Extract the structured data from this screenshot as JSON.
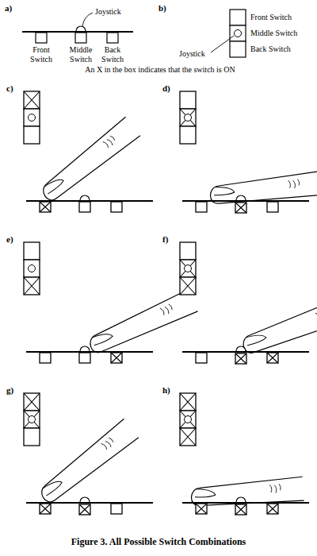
{
  "diagram": {
    "caption": "Figure 3. All Possible Switch Combinations",
    "labels": [
      "a)",
      "Joystick",
      "Front Switch",
      "Middle Switch",
      "Back Switch",
      "b)",
      "Front Switch",
      "Middle Switch",
      "Back Switch",
      "Joystick",
      "An X in the box indicates that the switch is ON",
      "c)",
      "d)",
      "e)",
      "f)",
      "g)",
      "h)"
    ]
  }
}
